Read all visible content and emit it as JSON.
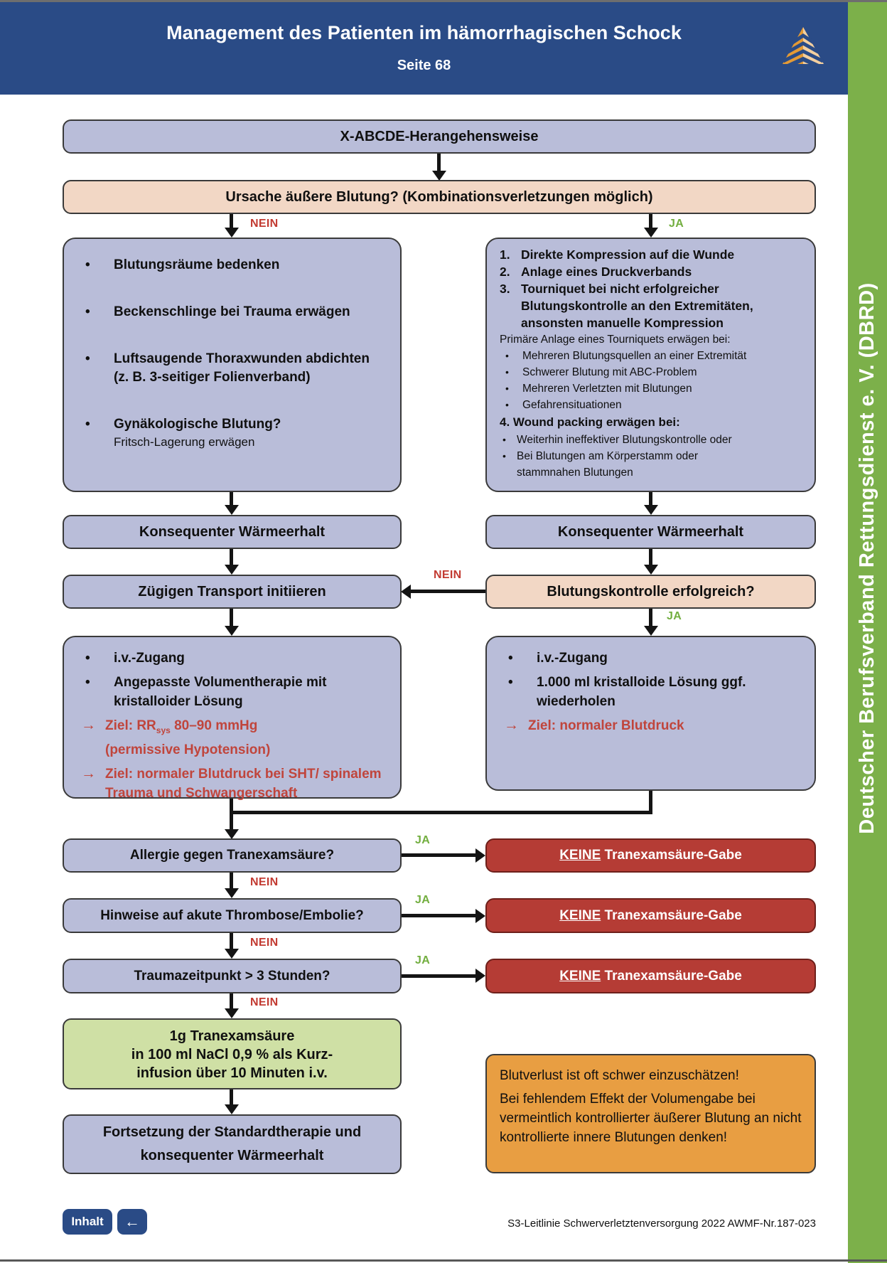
{
  "header": {
    "title": "Management des Patienten im hämorrhagischen Schock",
    "subtitle": "Seite 68"
  },
  "sidebar": {
    "text": "Deutscher Berufsverband Rettungsdienst e. V. (DBRD)"
  },
  "labels": {
    "nein": "NEIN",
    "ja": "JA"
  },
  "flow": {
    "start": "X-ABCDE-Herangehensweise",
    "q_bleeding": "Ursache äußere Blutung? (Kombinationsverletzungen möglich)",
    "no_branch": {
      "items": [
        {
          "text": "Blutungsräume bedenken"
        },
        {
          "text": "Beckenschlinge bei Trauma erwägen"
        },
        {
          "text": "Luftsaugende Thoraxwunden abdichten (z. B. 3-seitiger Folienverband)"
        },
        {
          "text": "Gynäkologische Blutung?",
          "sub": "Fritsch-Lagerung erwägen"
        }
      ]
    },
    "yes_branch": {
      "steps": [
        {
          "num": "1.",
          "text": "Direkte Kompression auf die Wunde"
        },
        {
          "num": "2.",
          "text": "Anlage eines Druckverbands"
        },
        {
          "num": "3.",
          "text": "Tourniquet bei nicht erfolgreicher Blutungskontrolle an den Extremitäten, ansonsten manuelle Kompression"
        }
      ],
      "tq_intro": "Primäre Anlage eines Tourniquets erwägen bei:",
      "tq_bullets": [
        "Mehreren Blutungsquellen an einer Extremität",
        "Schwerer Blutung mit ABC-Problem",
        "Mehreren Verletzten mit Blutungen",
        "Gefahrensituationen"
      ],
      "step4": "4. Wound packing erwägen bei:",
      "wp_bullets": [
        "Weiterhin ineffektiver Blutungskontrolle oder",
        "Bei Blutungen am Körperstamm oder stammnahen Blutungen"
      ]
    },
    "warm_left": "Konsequenter Wärmeerhalt",
    "warm_right": "Konsequenter Wärmeerhalt",
    "transport": "Zügigen Transport initiieren",
    "q_control": "Blutungskontrolle erfolgreich?",
    "iv_left": {
      "bullet1": "i.v.-Zugang",
      "bullet2": "Angepasste Volumentherapie mit kristalloider Lösung",
      "goal1_pre": "Ziel: RR",
      "goal1_sub": "sys",
      "goal1_post": " 80–90 mmHg",
      "goal1_line2": "(permissive Hypotension)",
      "goal2": "Ziel: normaler Blutdruck bei SHT/ spinalem Trauma und Schwangerschaft",
      "arrow": "→"
    },
    "iv_right": {
      "bullet1": "i.v.-Zugang",
      "bullet2": "1.000 ml kristalloide Lösung ggf. wiederholen",
      "goal": "Ziel: normaler Blutdruck",
      "arrow": "→"
    },
    "txa": {
      "q1": "Allergie gegen Tranexamsäure?",
      "q2": "Hinweise auf akute Thrombose/Embolie?",
      "q3": "Traumazeitpunkt > 3 Stunden?",
      "stop_keine": "KEINE",
      "stop_rest": " Tranexamsäure-Gabe",
      "give_line1": "1g Tranexamsäure",
      "give_line2": "in 100 ml NaCl 0,9 % als Kurz-",
      "give_line3": "infusion über 10 Minuten i.v.",
      "final": "Fortsetzung der Standardtherapie und konsequenter Wärmeerhalt"
    },
    "note": {
      "line1": "Blutverlust ist oft schwer einzuschätzen!",
      "line2": "Bei fehlendem Effekt der Volumengabe bei vermeintlich kontrollierter äußerer Blutung an nicht kontrollierte innere Blutungen denken!"
    }
  },
  "footer": {
    "contents_button": "Inhalt",
    "source": "S3-Leitlinie Schwerverletztenversorgung 2022 AWMF-Nr.187-023"
  },
  "colors": {
    "header_blue": "#2a4b86",
    "sidebar_green": "#7cb04a",
    "process_box": "#b9bdd9",
    "question_box": "#f2d7c5",
    "stop_box": "#b53c35",
    "give_box": "#cfe0a5",
    "note_box": "#e89e42",
    "nein_red": "#c23a31",
    "ja_green": "#72ae3f",
    "goal_red": "#c0453c"
  }
}
